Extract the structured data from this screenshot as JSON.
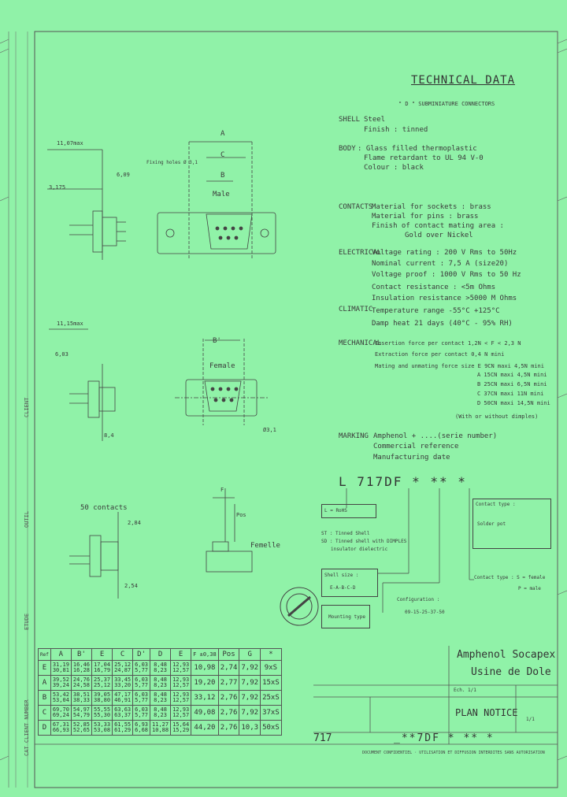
{
  "header": {
    "title": "TECHNICAL DATA",
    "subtitle": "\" D \" SUBMINIATURE CONNECTORS"
  },
  "specs": [
    {
      "label": "SHELL",
      "lines": [
        "Steel",
        "Finish : tinned"
      ]
    },
    {
      "label": "BODY",
      "lines": [
        ": Glass filled thermoplastic",
        "Flame retardant to UL 94 V-0",
        "Colour : black"
      ]
    },
    {
      "label": "CONTACTS",
      "lines": [
        "Material for sockets : brass",
        "Material for pins : brass",
        "Finish of contact mating area :",
        "Gold over Nickel"
      ]
    },
    {
      "label": "ELECTRICAL",
      "lines": [
        "Voltage rating : 200 V Rms to 50Hz",
        "Nominal current : 7,5 A (size20)",
        "Voltage proof : 1000 V Rms to 50 Hz",
        "Contact resistance : <5m Ohms",
        "Insulation resistance >5000 M Ohms"
      ]
    },
    {
      "label": "CLIMATIC",
      "lines": [
        "Temperature range -55°C +125°C",
        "Damp heat 21 days (40°C - 95% RH)"
      ]
    },
    {
      "label": "MECHANICAL",
      "lines": [
        "Insertion force per contact 1,2N < F < 2,3 N",
        "Extraction force per contact 0,4 N mini",
        "Mating and unmating force size E 9CN maxi 4,5N mini",
        "A 15CN maxi 4,5N mini",
        "B 25CN maxi 6,5N mini",
        "C 37CN maxi 11N mini",
        "D 50CN maxi 14,5N mini",
        "(With or without dimples)"
      ]
    },
    {
      "label": "MARKING",
      "lines": [
        "Amphenol + ....(serie number)",
        "Commercial reference",
        "Manufacturing date"
      ]
    }
  ],
  "drawing_labels": {
    "dim_a": "A",
    "dim_b": "B",
    "dim_c": "C",
    "dim_b_prime": "B'",
    "male": "Male",
    "female": "Female",
    "femelle": "Femelle",
    "d1107": "11,07max",
    "d1115": "11,15max",
    "d3175": "3,175",
    "d609": "6,09",
    "d603": "6,03",
    "d84": "8,4",
    "d31": "Ø3,1",
    "d284": "2,84",
    "d254": "2,54",
    "contacts_50": "50 contacts",
    "pos": "Pos",
    "fix_note": "Fixing holes Ø 3,1",
    "f_label": "F"
  },
  "partcode": {
    "code": "L 717DF * ** *",
    "l_box": "L = RoHS",
    "st_lines": [
      "ST : Tinned Shell",
      "SD : Tinned shell with DIMPLES",
      "insulator dielectric"
    ],
    "shell_label": "Shell size :",
    "shell_values": "E-A-B-C-D",
    "config_label": "Configuration :",
    "config_values": "09-15-25-37-50",
    "mounting": "Mounting type",
    "contact_type_title": "Contact type :",
    "contact_type_value": "Solder pot",
    "contact_type2": "Contact type : S = female",
    "contact_type3": "P = male"
  },
  "table": {
    "headers": [
      "Ref",
      "A",
      "B'",
      "E",
      "C",
      "D'",
      "D",
      "E",
      "F ±0,38",
      "Pos",
      "G",
      "*"
    ],
    "rows": [
      [
        "E",
        "31,19\n30,81",
        "16,46\n16,28",
        "17,04\n16,79",
        "25,12\n24,87",
        "6,03\n5,77",
        "8,48\n8,23",
        "12,93\n12,57",
        "10,98",
        "2,74",
        "7,92",
        "9xS"
      ],
      [
        "A",
        "39,52\n39,24",
        "24,76\n24,58",
        "25,37\n25,12",
        "33,45\n33,20",
        "6,03\n5,77",
        "8,48\n8,23",
        "12,93\n12,57",
        "19,20",
        "2,77",
        "7,92",
        "15xS"
      ],
      [
        "B",
        "53,42\n53,04",
        "38,51\n38,33",
        "39,05\n38,80",
        "47,17\n46,91",
        "6,03\n5,77",
        "8,48\n8,23",
        "12,93\n12,57",
        "33,12",
        "2,76",
        "7,92",
        "25xS"
      ],
      [
        "C",
        "69,70\n69,24",
        "54,97\n54,79",
        "55,55\n55,30",
        "63,63\n63,37",
        "6,03\n5,77",
        "8,48\n8,23",
        "12,93\n12,57",
        "49,08",
        "2,76",
        "7,92",
        "37xS"
      ],
      [
        "D",
        "67,31\n66,93",
        "52,85\n52,65",
        "53,33\n53,08",
        "61,55\n61,29",
        "6,93\n6,68",
        "11,27\n10,88",
        "15,64\n15,29",
        "44,20",
        "2,76",
        "10,3",
        "50xS"
      ]
    ]
  },
  "titleblock": {
    "company": "Amphenol Socapex",
    "site": "Usine de Dole",
    "plan": "PLAN NOTICE",
    "code_bottom": "_**7DF * ** *",
    "drawing_no": "717",
    "sheet_info": "Ech. 1/1",
    "tolerance": "1/1",
    "footer": "DOCUMENT CONFIDENTIEL · UTILISATION ET DIFFUSION INTERDITES SANS AUTORISATION"
  },
  "margin_labels": {
    "client": "CLIENT",
    "outil": "OUTIL",
    "etude": "ETUDE",
    "ref": "CAT CLIENT NUMBER"
  }
}
